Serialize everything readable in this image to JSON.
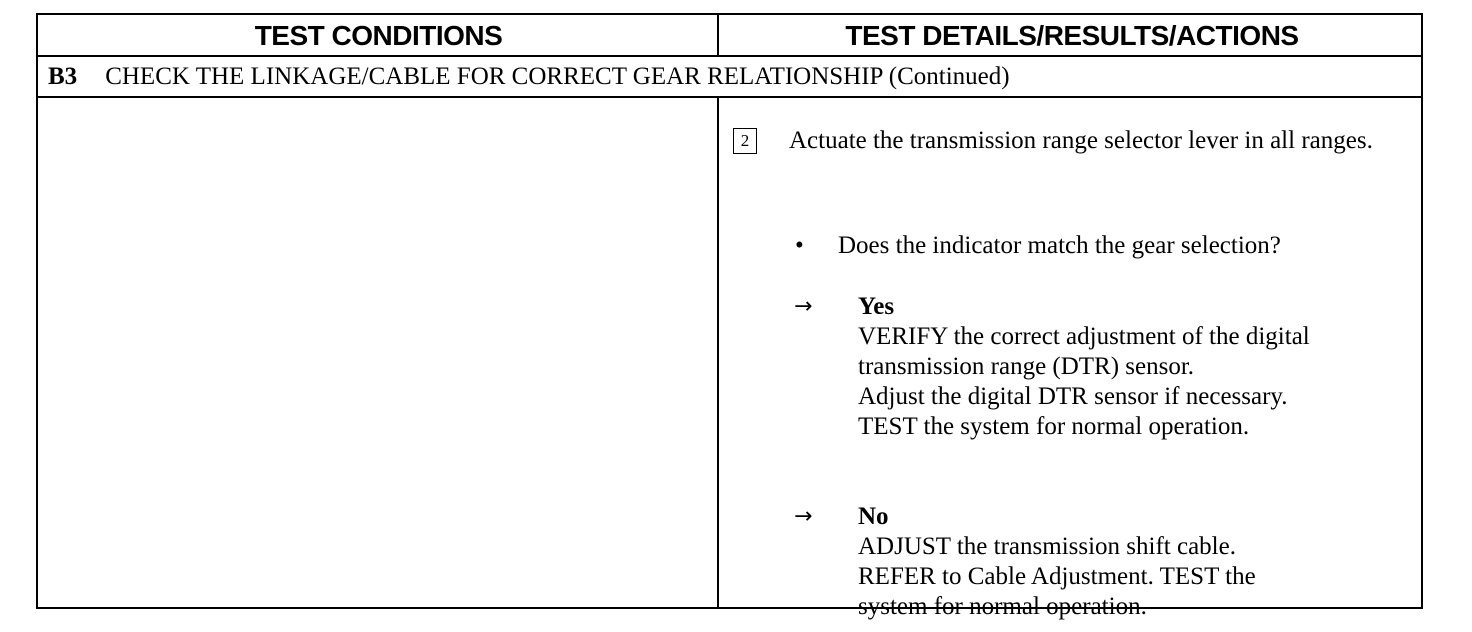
{
  "header": {
    "left": "TEST CONDITIONS",
    "right": "TEST DETAILS/RESULTS/ACTIONS"
  },
  "section": {
    "code": "B3",
    "title": "CHECK THE LINKAGE/CABLE FOR CORRECT GEAR RELATIONSHIP (Continued)"
  },
  "step": {
    "number": "2",
    "text": "Actuate the transmission range selector lever in all ranges."
  },
  "question": {
    "bullet": "•",
    "text": "Does the indicator match the gear selection?"
  },
  "results": [
    {
      "arrow": "→",
      "title": "Yes",
      "lines": [
        "VERIFY the correct adjustment of the digital",
        "transmission range (DTR) sensor.",
        "Adjust the digital DTR  sensor if necessary.",
        "TEST the system for normal operation."
      ]
    },
    {
      "arrow": "→",
      "title": "No",
      "lines": [
        "ADJUST the transmission shift cable.",
        "REFER to Cable Adjustment. TEST the",
        "system for normal operation."
      ]
    }
  ]
}
